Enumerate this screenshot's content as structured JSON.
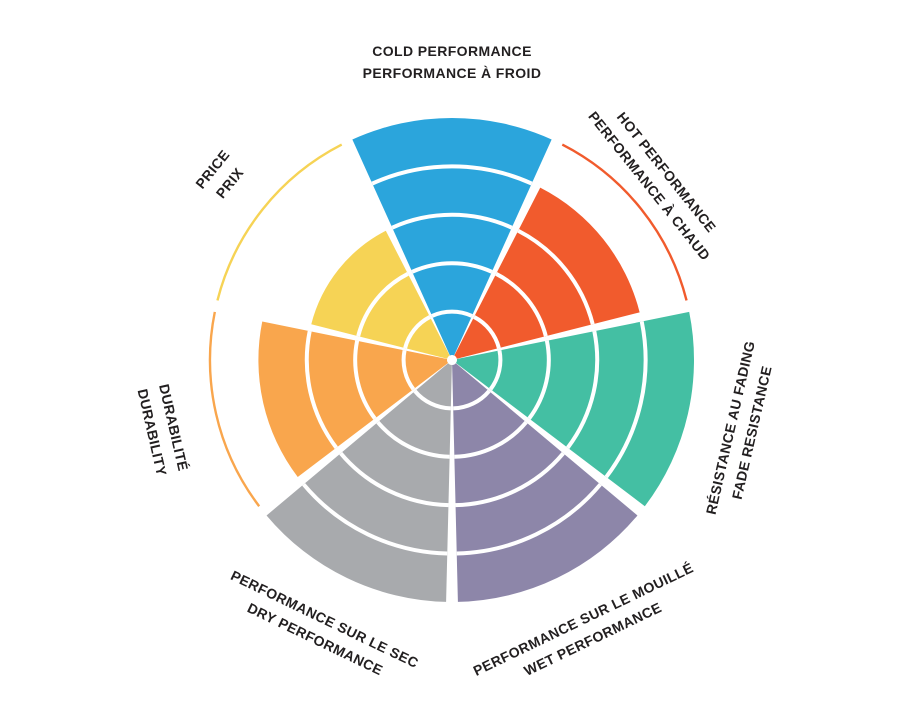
{
  "chart_data": {
    "type": "bar",
    "layout": "polar-wheel",
    "title": "",
    "ylim": [
      0,
      5
    ],
    "rings": 5,
    "grid": true,
    "text_color": "#221f20",
    "background": "#ffffff",
    "categories": [
      {
        "id": "cold-performance",
        "lines": [
          "COLD PERFORMANCE",
          "PERFORMANCE À FROID"
        ],
        "value": 5,
        "color": "#2BA5DC"
      },
      {
        "id": "hot-performance",
        "lines": [
          "HOT PERFORMANCE",
          "PERFORMANCE À CHAUD"
        ],
        "value": 4,
        "color": "#F15B2D"
      },
      {
        "id": "fade-resistance",
        "lines": [
          "RÉSISTANCE AU FADING",
          "FADE RESISTANCE"
        ],
        "value": 5,
        "color": "#44BFA3"
      },
      {
        "id": "wet-performance",
        "lines": [
          "PERFORMANCE SUR LE MOUILLÉ",
          "WET PERFORMANCE"
        ],
        "value": 5,
        "color": "#8D86A9"
      },
      {
        "id": "dry-performance",
        "lines": [
          "PERFORMANCE SUR LE SEC",
          "DRY PERFORMANCE"
        ],
        "value": 5,
        "color": "#A8AAAD"
      },
      {
        "id": "durability",
        "lines": [
          "DURABILITÉ",
          "DURABILITY"
        ],
        "value": 4,
        "color": "#F9A64D"
      },
      {
        "id": "price",
        "lines": [
          "PRICE",
          "PRIX"
        ],
        "value": 3,
        "color": "#F6D355"
      }
    ]
  }
}
